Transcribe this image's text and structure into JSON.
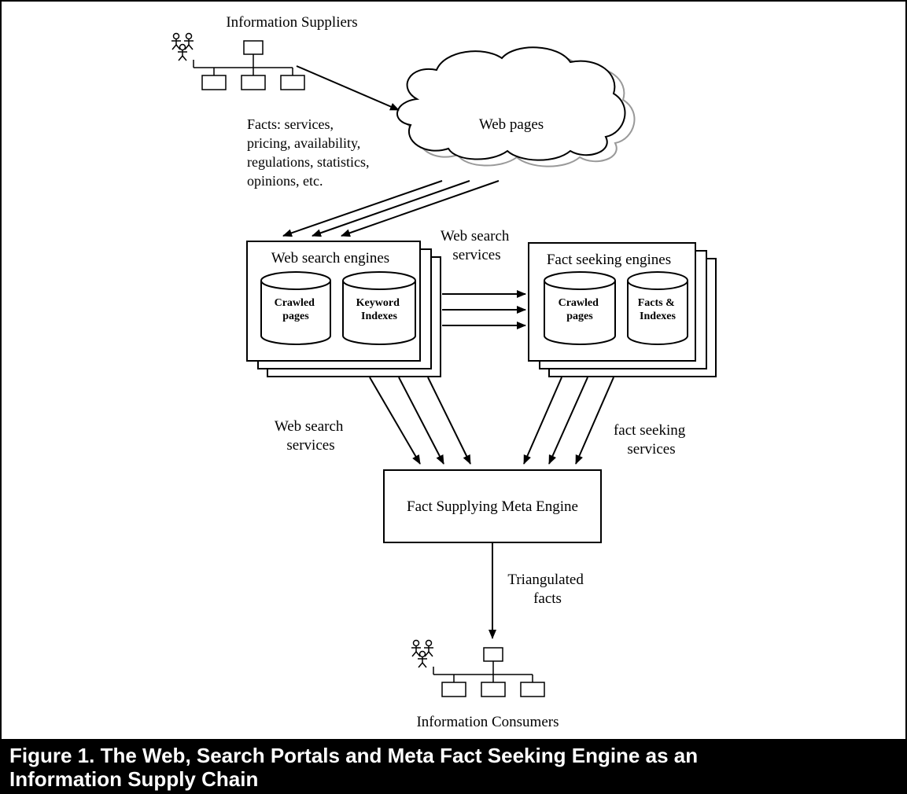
{
  "diagram": {
    "suppliers_label": "Information Suppliers",
    "consumers_label": "Information Consumers",
    "cloud_label": "Web pages",
    "facts_label": [
      "Facts: services,",
      "pricing, availability,",
      "regulations, statistics,",
      "opinions, etc."
    ],
    "web_search_engines": {
      "title": "Web search engines",
      "db1": [
        "Crawled",
        "pages"
      ],
      "db2": [
        "Keyword",
        "Indexes"
      ]
    },
    "fact_seeking_engines": {
      "title": "Fact seeking engines",
      "db1": [
        "Crawled",
        "pages"
      ],
      "db2": [
        "Facts &",
        "Indexes"
      ]
    },
    "web_search_services_top": [
      "Web search",
      "services"
    ],
    "web_search_services_bottom": [
      "Web search",
      "services"
    ],
    "fact_seeking_services": [
      "fact seeking",
      "services"
    ],
    "meta_engine_label": "Fact Supplying Meta Engine",
    "triangulated_facts": [
      "Triangulated",
      "facts"
    ]
  },
  "caption": {
    "line1": "Figure 1. The Web, Search Portals and Meta Fact Seeking Engine as an",
    "line2": "Information Supply Chain"
  }
}
